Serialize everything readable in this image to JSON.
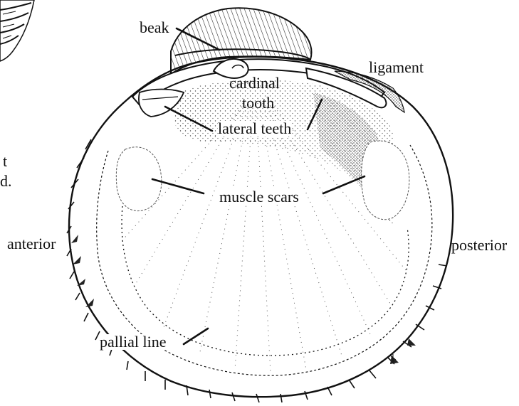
{
  "colors": {
    "ink": "#111111",
    "paper": "#ffffff",
    "stipple": "#333333"
  },
  "labels": {
    "beak": "beak",
    "ligament": "ligament",
    "cardinal_line1": "cardinal",
    "cardinal_line2": "tooth",
    "lateral_teeth": "lateral teeth",
    "muscle_scars": "muscle scars",
    "anterior": "anterior",
    "posterior": "posterior",
    "pallial_line": "pallial line"
  },
  "fragments": {
    "line_end_1": "t",
    "line_end_2": "d."
  }
}
